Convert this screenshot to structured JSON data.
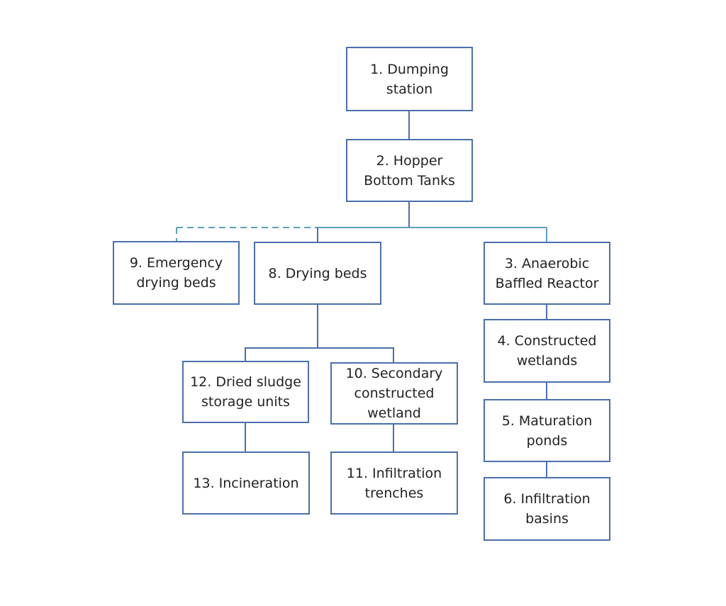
{
  "colors": {
    "box_border": "#4a6fae",
    "connector": "#4a6fae",
    "connector_alt": "#5aa0b8",
    "text": "#222222"
  },
  "nodes": {
    "n1": "1. Dumping\nstation",
    "n2": "2. Hopper\nBottom Tanks",
    "n3": "3. Anaerobic\nBaffled Reactor",
    "n4": "4. Constructed\nwetlands",
    "n5": "5. Maturation\nponds",
    "n6": "6. Infiltration\nbasins",
    "n8": "8. Drying beds",
    "n9": "9. Emergency\ndrying beds",
    "n10": "10. Secondary\nconstructed\nwetland",
    "n11": "11. Infiltration\ntrenches",
    "n12": "12. Dried sludge\nstorage units",
    "n13": "13. Incineration"
  },
  "edges": [
    {
      "from": "n1",
      "to": "n2",
      "style": "solid"
    },
    {
      "from": "n2",
      "to": "n8",
      "style": "solid"
    },
    {
      "from": "n2",
      "to": "n3",
      "style": "solid"
    },
    {
      "from": "n2",
      "to": "n9",
      "style": "dashed"
    },
    {
      "from": "n3",
      "to": "n4",
      "style": "solid"
    },
    {
      "from": "n4",
      "to": "n5",
      "style": "solid"
    },
    {
      "from": "n5",
      "to": "n6",
      "style": "solid"
    },
    {
      "from": "n8",
      "to": "n12",
      "style": "solid"
    },
    {
      "from": "n8",
      "to": "n10",
      "style": "solid"
    },
    {
      "from": "n12",
      "to": "n13",
      "style": "solid"
    },
    {
      "from": "n10",
      "to": "n11",
      "style": "solid"
    }
  ]
}
